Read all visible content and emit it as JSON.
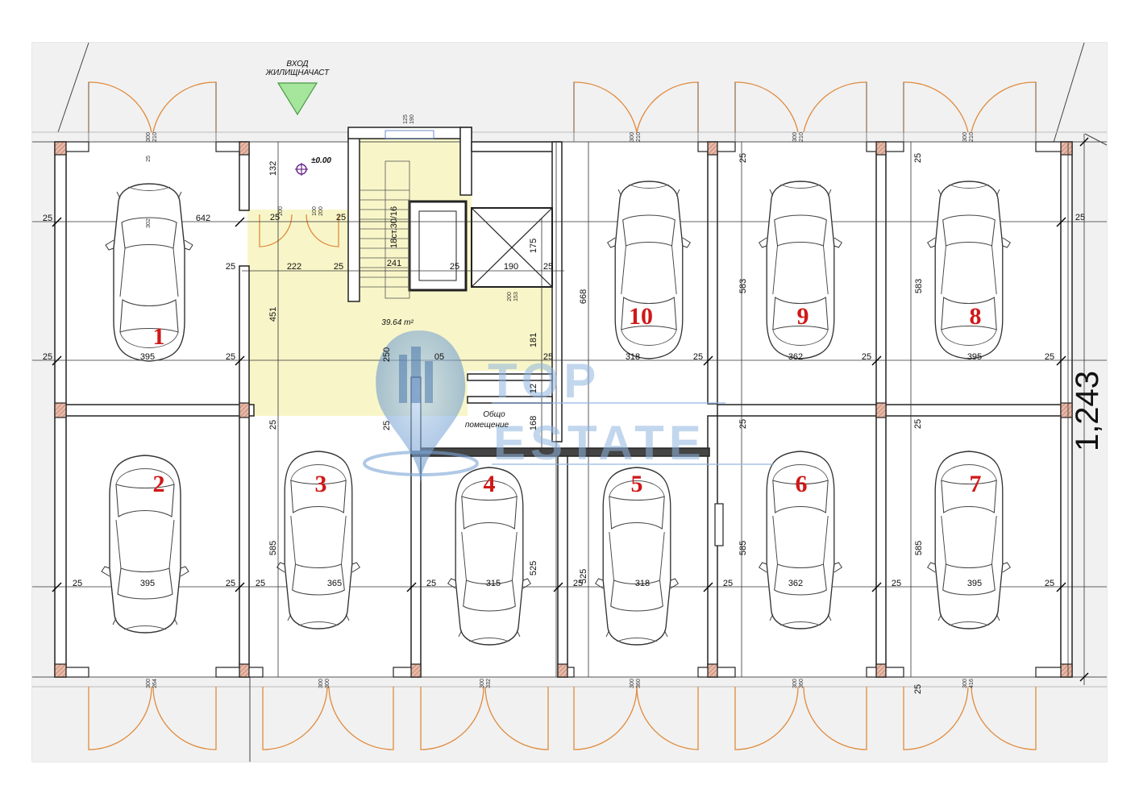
{
  "entrance": {
    "line1": "ВХОД",
    "line2": "ЖИЛИЩНАЧАСТ"
  },
  "level_mark": "±0.00",
  "stair_label": "18ст.30/16",
  "room_area": "39.64 m²",
  "common_room": {
    "line1": "Общо",
    "line2": "помещение"
  },
  "total_dimension": "1,243",
  "watermark": {
    "line1": "TOP",
    "line2": "ESTATE"
  },
  "spaces": [
    {
      "label": "1",
      "width": "395"
    },
    {
      "label": "2",
      "width": "395"
    },
    {
      "label": "3",
      "width": "365"
    },
    {
      "label": "4",
      "width": "315"
    },
    {
      "label": "5",
      "width": "318"
    },
    {
      "label": "6",
      "width": "362"
    },
    {
      "label": "7",
      "width": "395"
    },
    {
      "label": "8",
      "width": "395"
    },
    {
      "label": "9",
      "width": "362"
    },
    {
      "label": "10",
      "width": "318"
    }
  ],
  "dims": {
    "d642": "642",
    "d25": "25",
    "d222": "222",
    "d241": "241",
    "d190": "190",
    "d175": "175",
    "d451": "451",
    "d132": "132",
    "d668": "668",
    "d583": "583",
    "d585": "585",
    "d525": "525",
    "d181": "181",
    "d12": "12",
    "d168": "168",
    "d250": "250",
    "d05": "05"
  },
  "small_dims": {
    "s300": "300",
    "s210": "210",
    "s264": "264",
    "s332": "332",
    "s360": "360",
    "s416": "416",
    "s125": "125",
    "s190": "190",
    "s100": "100",
    "s200": "200",
    "s153": "153",
    "s25": "25",
    "s302": "302",
    "s210b": "210"
  }
}
